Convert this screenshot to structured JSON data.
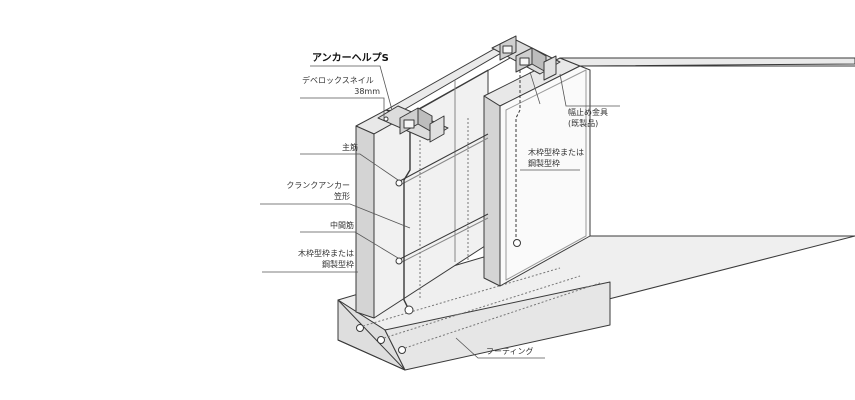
{
  "labels": {
    "anchor_help": "アンカーヘルプS",
    "nail_name": "デベロックスネイル",
    "nail_size": "38mm",
    "main_rebar": "主筋",
    "crank_anchor_line1": "クランクアンカー",
    "crank_anchor_line2": "笠形",
    "middle_rebar": "中間筋",
    "formwork_left_line1": "木枠型枠または",
    "formwork_left_line2": "鋼製型枠",
    "width_fitting_line1": "幅止め金具",
    "width_fitting_line2": "(既製品)",
    "formwork_right_line1": "木枠型枠または",
    "formwork_right_line2": "鋼製型枠",
    "footing": "フーティング"
  },
  "colors": {
    "line": "#3a3a3a",
    "fill_light": "#f2f2f2",
    "fill_mid": "#e2e2e2",
    "fill_dark": "#cfcfcf",
    "leader": "#555555"
  }
}
